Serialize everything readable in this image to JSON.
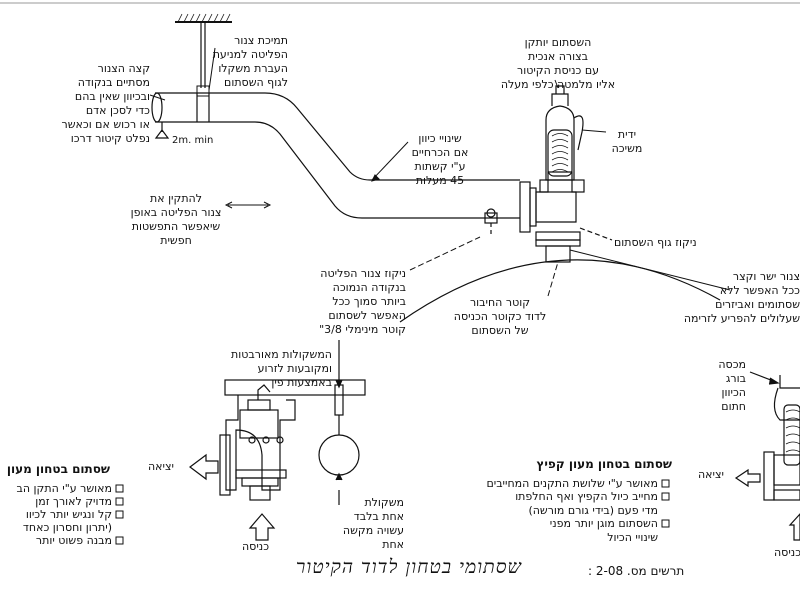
{
  "labels": {
    "support": "תמיכת צנור\nהפליטה למניעת\nהעברת משקלו\nלגוף השסתום",
    "pipe_end": "קצה הצנור\nמסתיים בנקודה\nובכיוון שאין בהם\nכדי לסכן אדם\nאו רכוש אם וכאשר\nנפלט קיטור דרכו",
    "min_height": "2m. min",
    "valve_mount": "השסתום יותקן\nבצורה אנכית\nעם כניסת הקיטור\nאליו מלמטה כלפי מעלה",
    "handle": "ידית\nמשיכה",
    "bend_45": "שינויי כיוון\nאם הכרחיים\nע\"י קשתות\n45 מעלות",
    "install_pipe": "להתקין את\nצנור הפליטה באופן\nשיאפשר התפשטות\nחפשית",
    "body_drain": "ניקוז גוף השסתום",
    "pipe_drain": "ניקוז צנור הפליטה\nבנקודה הנמוכה\nביותר סמוך ככל\nהאפשר לשסתום\nקוטר מינימלי 3/8\"",
    "conn_diam": "קוטר החיבור\nלדוד כקוטר הכניסה\nשל השסתום",
    "short_pipe": "צנור ישר וקצר\nככל האפשר ללא\nשסתומים ואביזרים\nשעלולים להפריע לזרימה",
    "weights": "המשקולות מאורבטות\nומקובעות לזרוע\nבאמצעות פין",
    "ball": "משקולת\nאחת בלבד\nעשויה מקשה\nאחת",
    "outlet": "יציאה",
    "inlet": "כניסה",
    "cap": "מכסה\nבורג\nהכיוון\nחתום",
    "outlet_right": "יציאה",
    "inlet_right": "כניסה"
  },
  "left_section": {
    "heading": "שסתום בטחון מעון",
    "items": [
      "מאושר ע\"י התקן הב",
      "מדויק לאורך זמן",
      "קל ונגיש יותר לכיוו",
      "(יתרון וחסרון כאחד",
      "מבנה פשוט יותר"
    ]
  },
  "mid_section": {
    "heading": "שסתום בטחון מעון קפיץ",
    "items": [
      "מאושר ע\"י שלושת התקנים המחייבים",
      "מחייב כיול הקפיץ ואף החלפתו\nמדי פעם (בידי גורם מורשה)",
      "השסתום מוגן יותר מפני\nשינויי הכיול"
    ]
  },
  "caption": {
    "number_label": "תרשים מס. 2-08 :",
    "title": "שסתומי בטחון לדוד הקיטור"
  }
}
